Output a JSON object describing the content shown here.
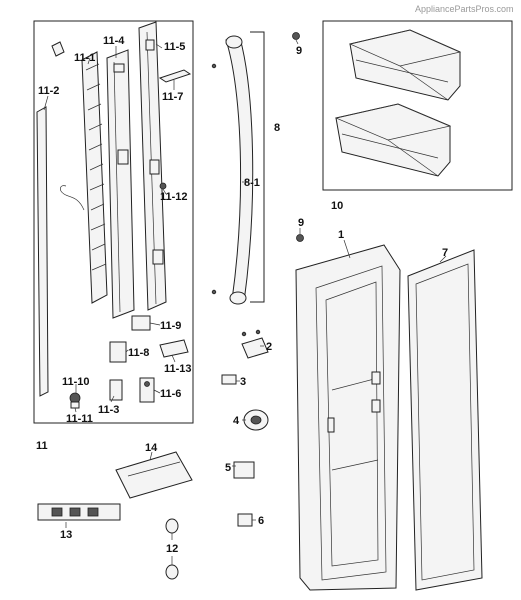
{
  "watermark": "AppliancePartsPros.com",
  "labels": {
    "p1": "1",
    "p2": "2",
    "p3": "3",
    "p4": "4",
    "p5": "5",
    "p6": "6",
    "p7": "7",
    "p8": "8",
    "p8_1": "8-1",
    "p9a": "9",
    "p9b": "9",
    "p10": "10",
    "p11": "11",
    "p11_1": "11-1",
    "p11_2": "11-2",
    "p11_3": "11-3",
    "p11_4": "11-4",
    "p11_5": "11-5",
    "p11_6": "11-6",
    "p11_7": "11-7",
    "p11_8": "11-8",
    "p11_9": "11-9",
    "p11_10": "11-10",
    "p11_11": "11-11",
    "p11_12": "11-12",
    "p11_13": "11-13",
    "p12": "12",
    "p13": "13",
    "p14": "14"
  }
}
